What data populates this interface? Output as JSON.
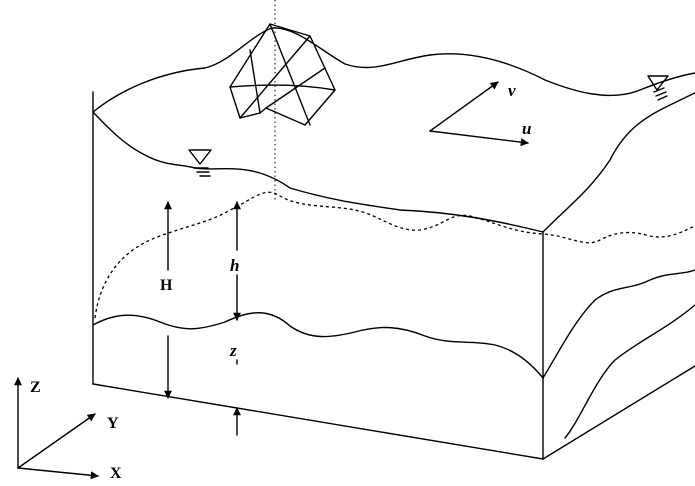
{
  "labels": {
    "h_big": "H",
    "h_small": "h",
    "z_depth": "z",
    "vel_u": "u",
    "vel_v": "v",
    "axis_x": "X",
    "axis_y": "Y",
    "axis_z": "Z"
  },
  "icons": {
    "water_level_left": "water-surface-triangle-symbol",
    "water_level_right": "water-surface-triangle-symbol"
  },
  "colors": {
    "line": "#000000",
    "background": "#ffffff"
  }
}
